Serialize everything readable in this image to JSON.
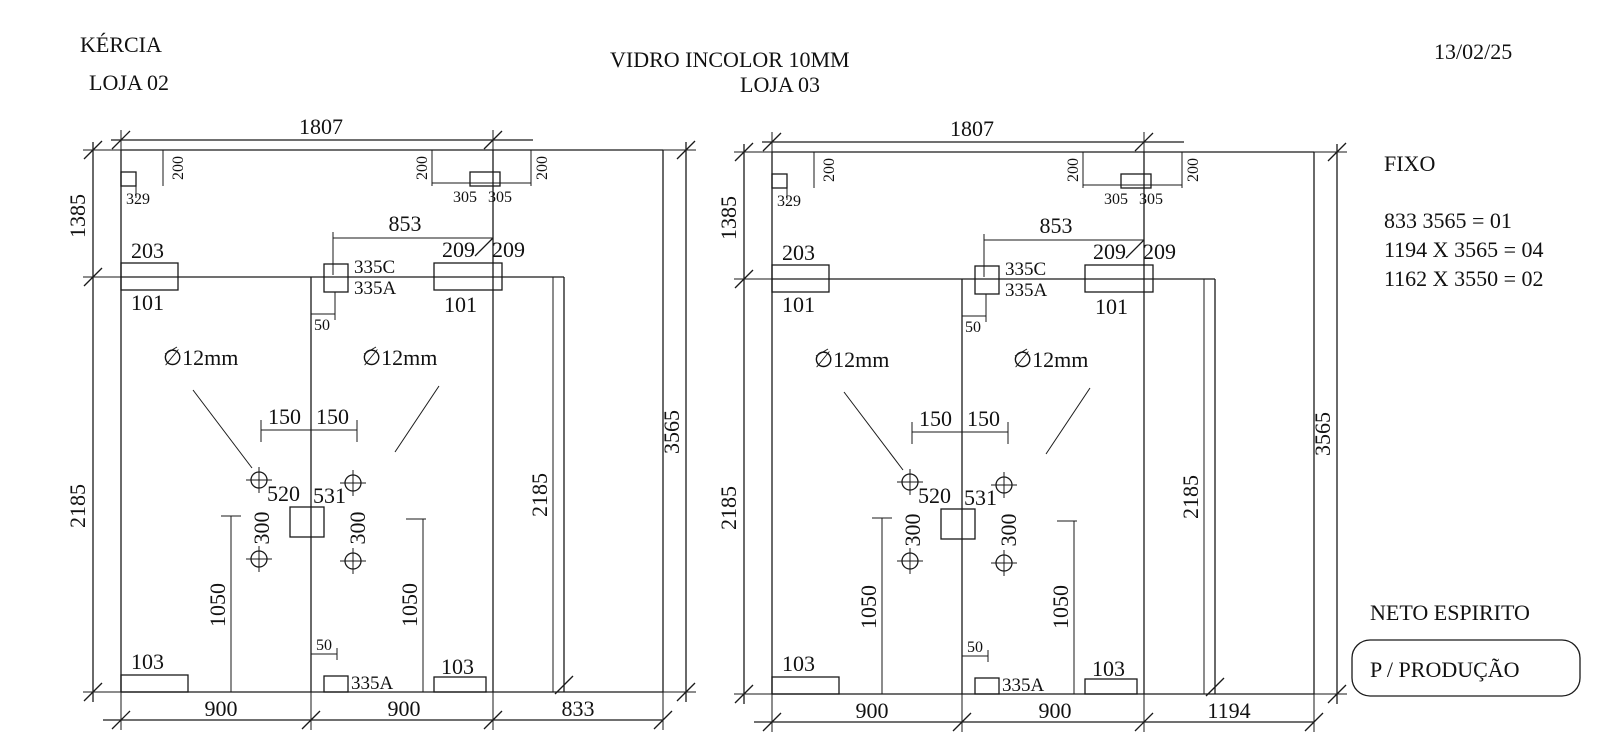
{
  "header": {
    "client": "KÉRCIA",
    "title": "VIDRO INCOLOR 10MM",
    "date": "13/02/25"
  },
  "panels": [
    {
      "store_label": "LOJA 02",
      "total_width": "1807",
      "total_height": "3565",
      "upper_height": "1385",
      "lower_height": "2185",
      "right_height": "2185",
      "notch_left_width": "329",
      "notch_left_height": "200",
      "notch_mid_left_height": "200",
      "notch_mid_right_height": "200",
      "notch_mid_left_width": "305",
      "notch_mid_right_width": "305",
      "dim_853": "853",
      "hinge_tl_top": "203",
      "hinge_tl_bottom": "101",
      "hinge_tr_top_a": "209",
      "hinge_tr_top_b": "209",
      "hinge_tr_bottom": "101",
      "lock_top_a": "335C",
      "lock_top_b": "335A",
      "dim_50_top": "50",
      "hole_left": "∅12mm",
      "hole_right": "∅12mm",
      "hole_dx_left": "150",
      "hole_dx_right": "150",
      "lock_mid_left": "520",
      "lock_mid_right": "531",
      "hole_dy_left": "300",
      "hole_dy_right": "300",
      "handle_left": "1050",
      "handle_right": "1050",
      "hinge_bl": "103",
      "hinge_br": "103",
      "dim_50_bottom": "50",
      "lock_bottom": "335A",
      "bottom_w1": "900",
      "bottom_w2": "900",
      "bottom_w3": "833"
    },
    {
      "store_label": "LOJA 03",
      "total_width": "1807",
      "total_height": "3565",
      "upper_height": "1385",
      "lower_height": "2185",
      "right_height": "2185",
      "notch_left_width": "329",
      "notch_left_height": "200",
      "notch_mid_left_height": "200",
      "notch_mid_right_height": "200",
      "notch_mid_left_width": "305",
      "notch_mid_right_width": "305",
      "dim_853": "853",
      "hinge_tl_top": "203",
      "hinge_tl_bottom": "101",
      "hinge_tr_top_a": "209",
      "hinge_tr_top_b": "209",
      "hinge_tr_bottom": "101",
      "lock_top_a": "335C",
      "lock_top_b": "335A",
      "dim_50_top": "50",
      "hole_left": "∅12mm",
      "hole_right": "∅12mm",
      "hole_dx_left": "150",
      "hole_dx_right": "150",
      "lock_mid_left": "520",
      "lock_mid_right": "531",
      "hole_dy_left": "300",
      "hole_dy_right": "300",
      "handle_left": "1050",
      "handle_right": "1050",
      "hinge_bl": "103",
      "hinge_br": "103",
      "dim_50_bottom": "50",
      "lock_bottom": "335A",
      "bottom_w1": "900",
      "bottom_w2": "900",
      "bottom_w3": "1194"
    }
  ],
  "notes": {
    "heading": "FIXO",
    "lines": [
      "833 3565 = 01",
      "1194 X 3565 = 04",
      "1162 X 3550 = 02"
    ]
  },
  "footer": {
    "name": "NETO ESPIRITO",
    "stamp": "P / PRODUÇÃO"
  }
}
